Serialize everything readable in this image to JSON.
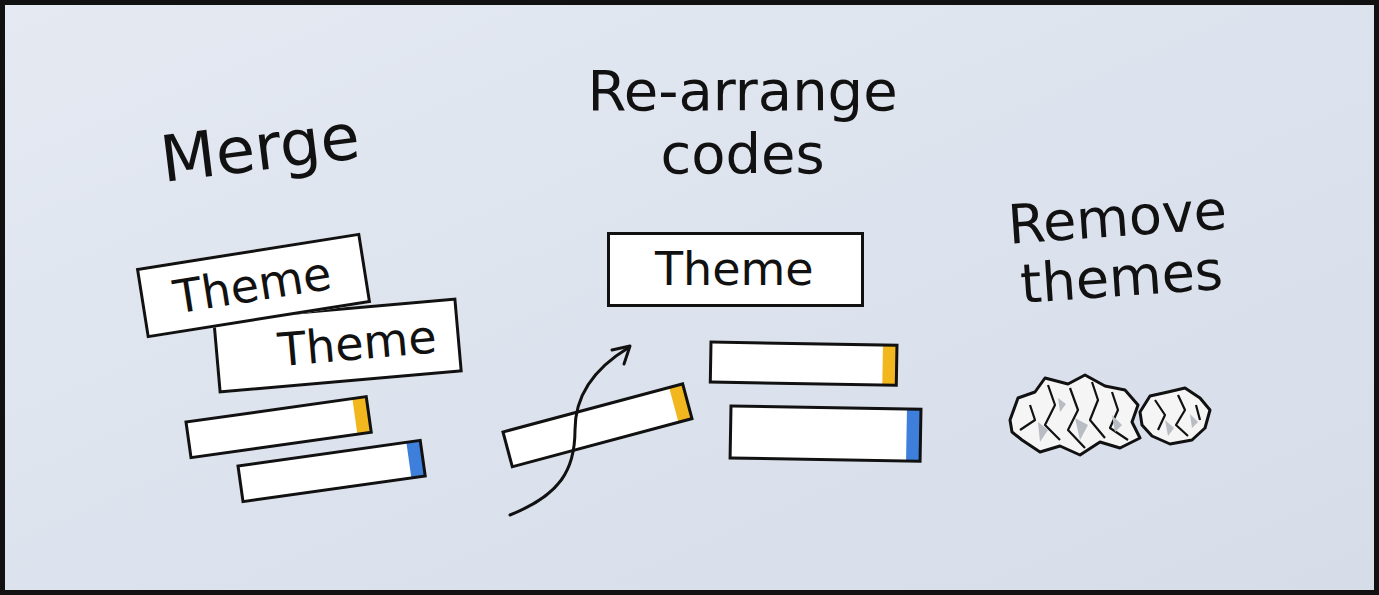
{
  "diagram": {
    "nodes": [
      {
        "text": [
          "Theme"
        ]
      },
      {
        "text": [
          "Theme"
        ]
      },
      {
        "text": [
          "Theme"
        ]
      }
    ],
    "labels": [
      "Merge",
      "Re-arrange codes",
      "Remove themes"
    ]
  }
}
